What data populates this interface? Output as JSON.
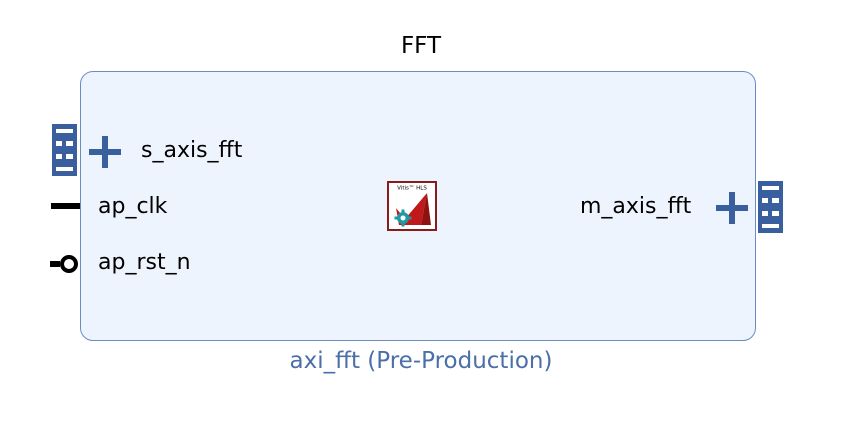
{
  "block": {
    "instance_name": "FFT",
    "module_label": "axi_fft (Pre-Production)",
    "logo_text": "Vitis™ HLS"
  },
  "ports": {
    "left": [
      {
        "name": "s_axis_fft",
        "kind": "axi-stream",
        "icon": "bus-interface-icon"
      },
      {
        "name": "ap_clk",
        "kind": "clock",
        "icon": "clock-pin-icon"
      },
      {
        "name": "ap_rst_n",
        "kind": "active-low-reset",
        "icon": "inverted-pin-icon"
      }
    ],
    "right": [
      {
        "name": "m_axis_fft",
        "kind": "axi-stream",
        "icon": "bus-interface-icon"
      }
    ]
  },
  "colors": {
    "block_fill": "#eef4fd",
    "block_border": "#6b8cc2",
    "interface_blue": "#3a5f9e",
    "label_blue": "#4b6fa8",
    "logo_red": "#c0191b"
  }
}
